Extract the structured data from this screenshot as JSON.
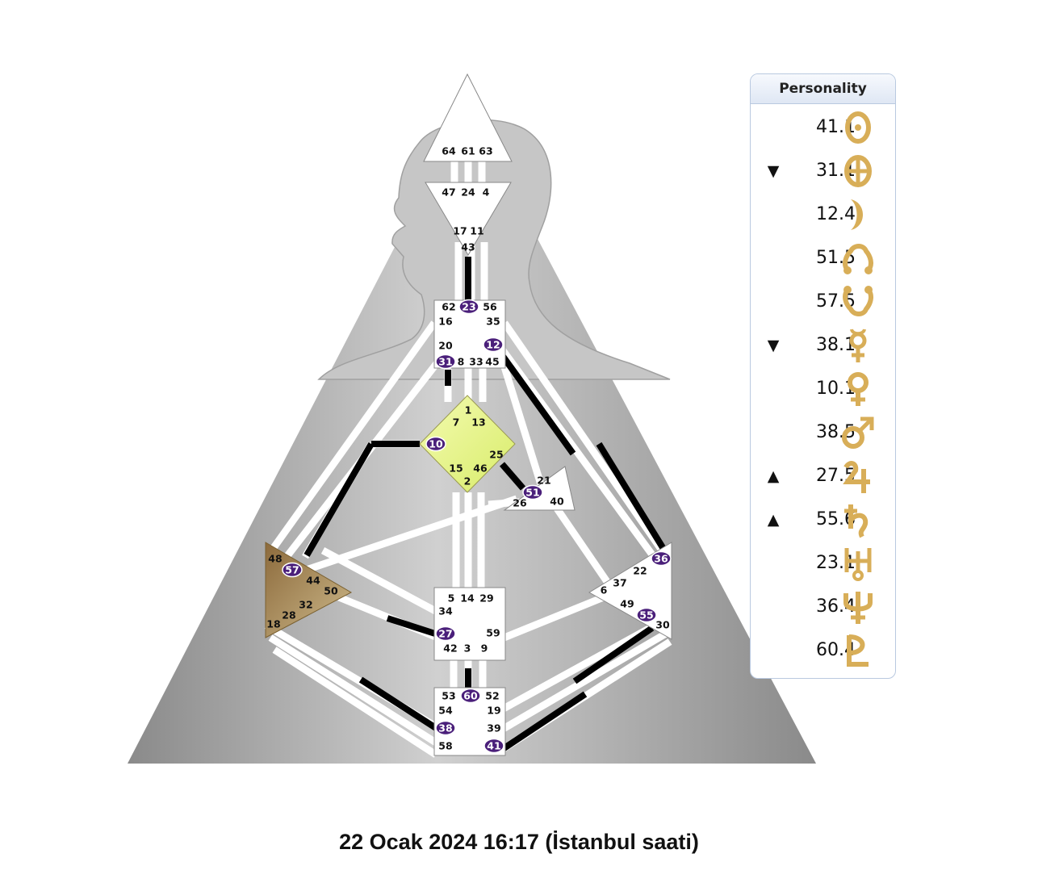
{
  "caption": "22 Ocak 2024 16:17 (İstanbul saati)",
  "panel": {
    "title": "Personality",
    "rows": [
      {
        "arrow": "",
        "value": "41.1",
        "planet": "sun-icon"
      },
      {
        "arrow": "▼",
        "value": "31.1",
        "planet": "earth-icon"
      },
      {
        "arrow": "",
        "value": "12.4",
        "planet": "moon-icon"
      },
      {
        "arrow": "",
        "value": "51.5",
        "planet": "north-node-icon"
      },
      {
        "arrow": "",
        "value": "57.5",
        "planet": "south-node-icon"
      },
      {
        "arrow": "▼",
        "value": "38.1",
        "planet": "mercury-icon"
      },
      {
        "arrow": "",
        "value": "10.1",
        "planet": "venus-icon"
      },
      {
        "arrow": "",
        "value": "38.5",
        "planet": "mars-icon"
      },
      {
        "arrow": "▲",
        "value": "27.5",
        "planet": "jupiter-icon"
      },
      {
        "arrow": "▲",
        "value": "55.6",
        "planet": "saturn-icon"
      },
      {
        "arrow": "",
        "value": "23.1",
        "planet": "uranus-icon"
      },
      {
        "arrow": "",
        "value": "36.4",
        "planet": "neptune-icon"
      },
      {
        "arrow": "",
        "value": "60.4",
        "planet": "pluto-icon"
      }
    ]
  },
  "colors": {
    "background_triangle": "#9a9a9a",
    "silhouette": "#c4c4c4",
    "channel_black": "#000000",
    "badge": "#4a1f7a",
    "g_center": "#e6f58a",
    "spleen": "#a88c5a",
    "glyph_gold": "#d8ae58"
  },
  "gates": {
    "head": [
      "64",
      "61",
      "63"
    ],
    "ajna": [
      "47",
      "24",
      "4",
      "17",
      "11",
      "43"
    ],
    "throat": [
      "62",
      "23",
      "56",
      "16",
      "35",
      "20",
      "12",
      "31",
      "8",
      "33",
      "45"
    ],
    "g": [
      "1",
      "7",
      "13",
      "10",
      "25",
      "15",
      "46",
      "2"
    ],
    "ego": [
      "21",
      "51",
      "26",
      "40"
    ],
    "sacral": [
      "5",
      "14",
      "29",
      "34",
      "27",
      "59",
      "42",
      "3",
      "9"
    ],
    "spleen": [
      "48",
      "57",
      "44",
      "50",
      "32",
      "28",
      "18"
    ],
    "solar_plexus": [
      "36",
      "22",
      "37",
      "6",
      "49",
      "55",
      "30"
    ],
    "root": [
      "53",
      "60",
      "52",
      "54",
      "19",
      "38",
      "39",
      "58",
      "41"
    ]
  },
  "highlighted_gates": [
    "23",
    "12",
    "31",
    "10",
    "51",
    "57",
    "27",
    "36",
    "55",
    "60",
    "38",
    "41"
  ]
}
